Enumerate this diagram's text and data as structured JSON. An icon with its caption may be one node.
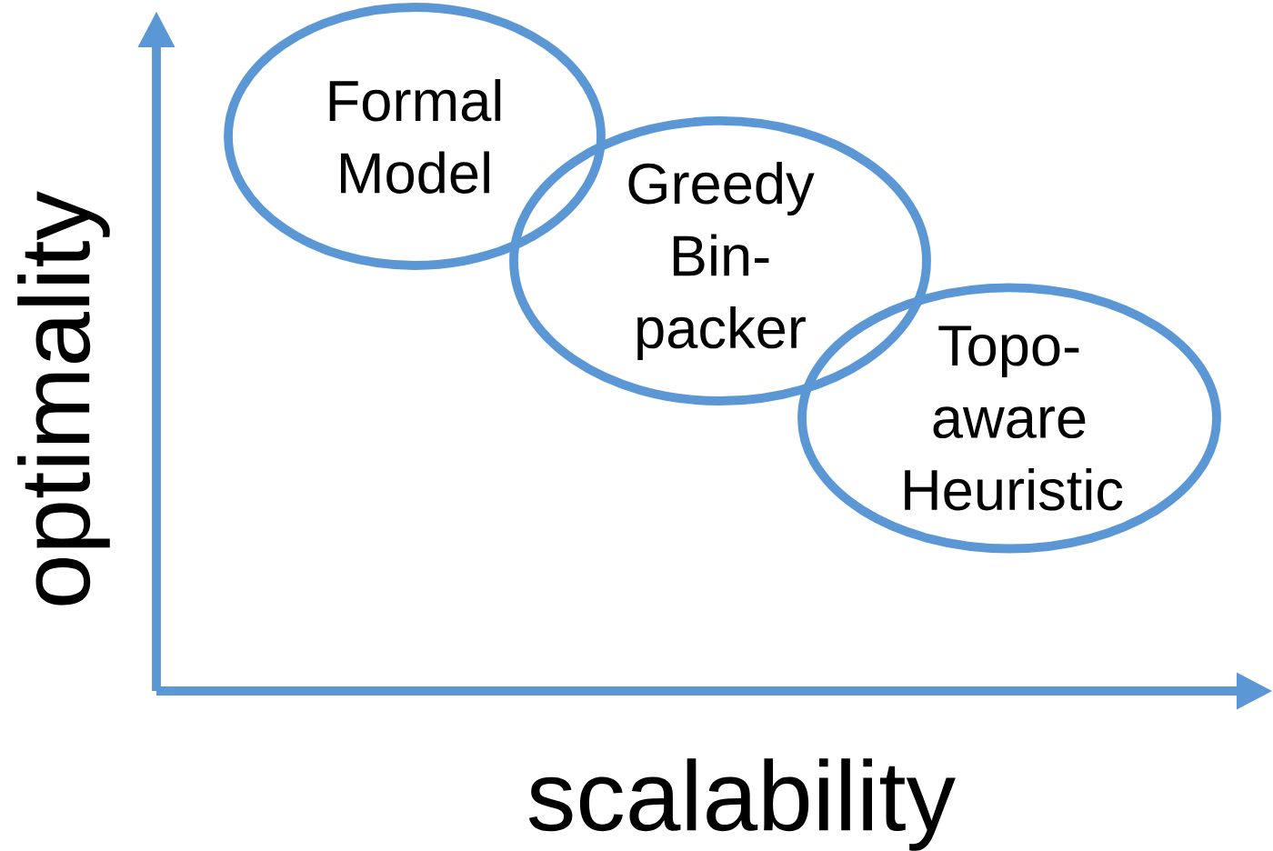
{
  "diagram": {
    "nodes": [
      {
        "text": [
          "Formal Model"
        ]
      },
      {
        "text": [
          "Greedy Bin-packer"
        ]
      },
      {
        "text": [
          "Topo- aware Heuristic"
        ]
      }
    ],
    "labels": [
      "optimality",
      "scalability"
    ]
  }
}
